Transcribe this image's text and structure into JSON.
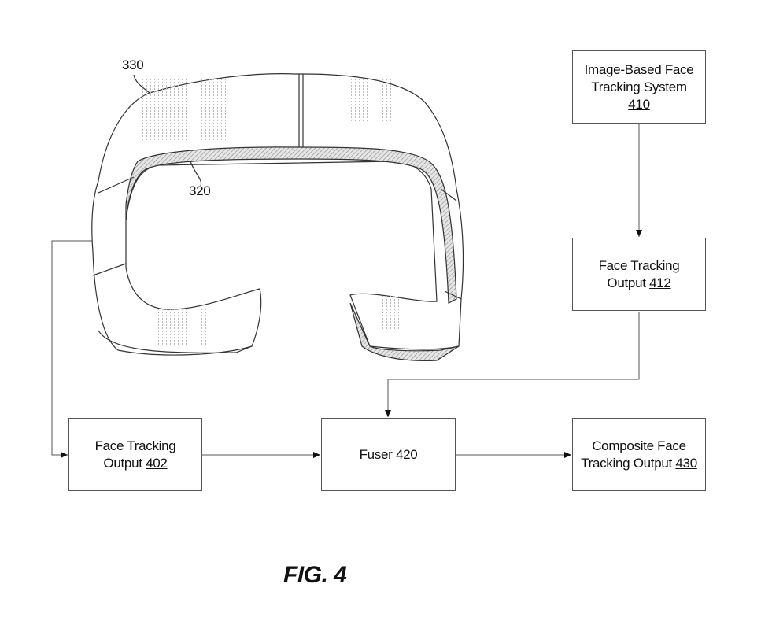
{
  "figure_label": "FIG. 4",
  "reference_labels": {
    "housing": "330",
    "interface": "320"
  },
  "boxes": {
    "b410": {
      "line1": "Image-Based Face",
      "line2": "Tracking System",
      "number": "410"
    },
    "b412": {
      "line1": "Face Tracking",
      "line2": "Output",
      "number": "412"
    },
    "b402": {
      "line1": "Face Tracking",
      "line2": "Output",
      "number": "402"
    },
    "b420": {
      "line1": "Fuser",
      "number": "420"
    },
    "b430": {
      "line1": "Composite Face",
      "line2": "Tracking Output",
      "number": "430"
    }
  }
}
